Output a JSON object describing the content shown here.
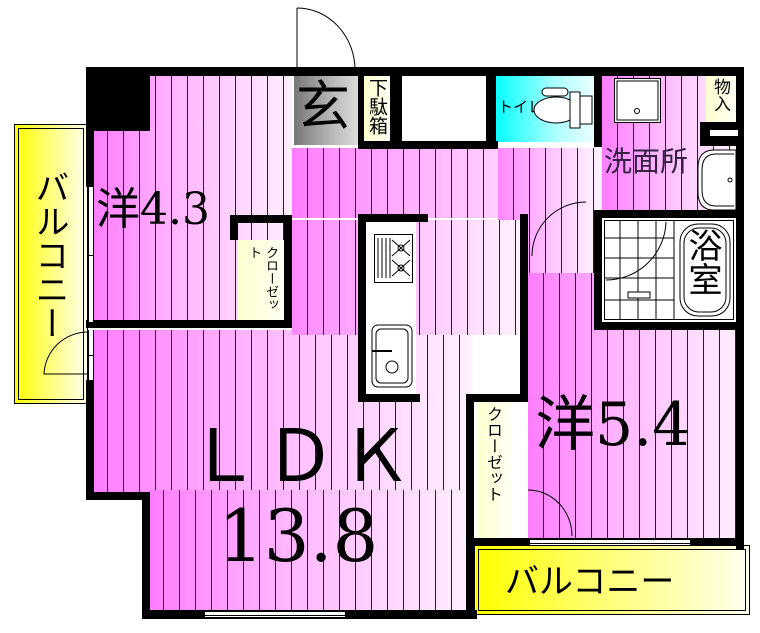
{
  "plan": {
    "rooms": {
      "ldk": {
        "line1": "ＬＤＫ",
        "line2": "13.8"
      },
      "western_room_1": {
        "label": "洋4.3"
      },
      "western_room_2": {
        "label": "洋5.4"
      },
      "entrance": {
        "label": "玄"
      },
      "shoe_box": {
        "label": "下駄箱"
      },
      "toilet": {
        "label": "トイレ"
      },
      "washroom": {
        "label": "洗面所"
      },
      "storage": {
        "label": "物入"
      },
      "bathroom": {
        "label": "浴室"
      },
      "closet_1": {
        "label": "クローゼット"
      },
      "closet_2": {
        "label": "クローゼット"
      },
      "balcony_west": {
        "label": "バルコニー"
      },
      "balcony_south": {
        "label": "バルコニー"
      }
    },
    "colors": {
      "floor_pink": "#ff7dff",
      "balcony_yellow": "#ffff00",
      "toilet_cyan": "#00ffff",
      "closet_cream": "#ffffd0",
      "entrance_gray": "#808080",
      "wall": "#000000"
    }
  }
}
